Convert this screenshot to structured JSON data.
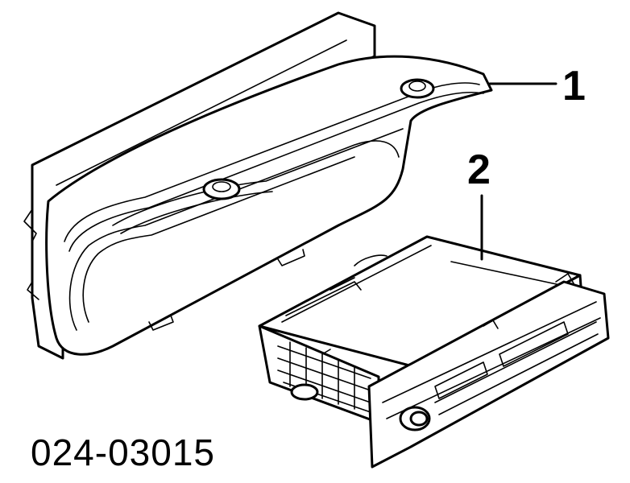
{
  "callouts": [
    {
      "label": "1"
    },
    {
      "label": "2"
    }
  ],
  "diagram_id": "024-03015",
  "colors": {
    "line": "#000000",
    "background": "#ffffff"
  }
}
